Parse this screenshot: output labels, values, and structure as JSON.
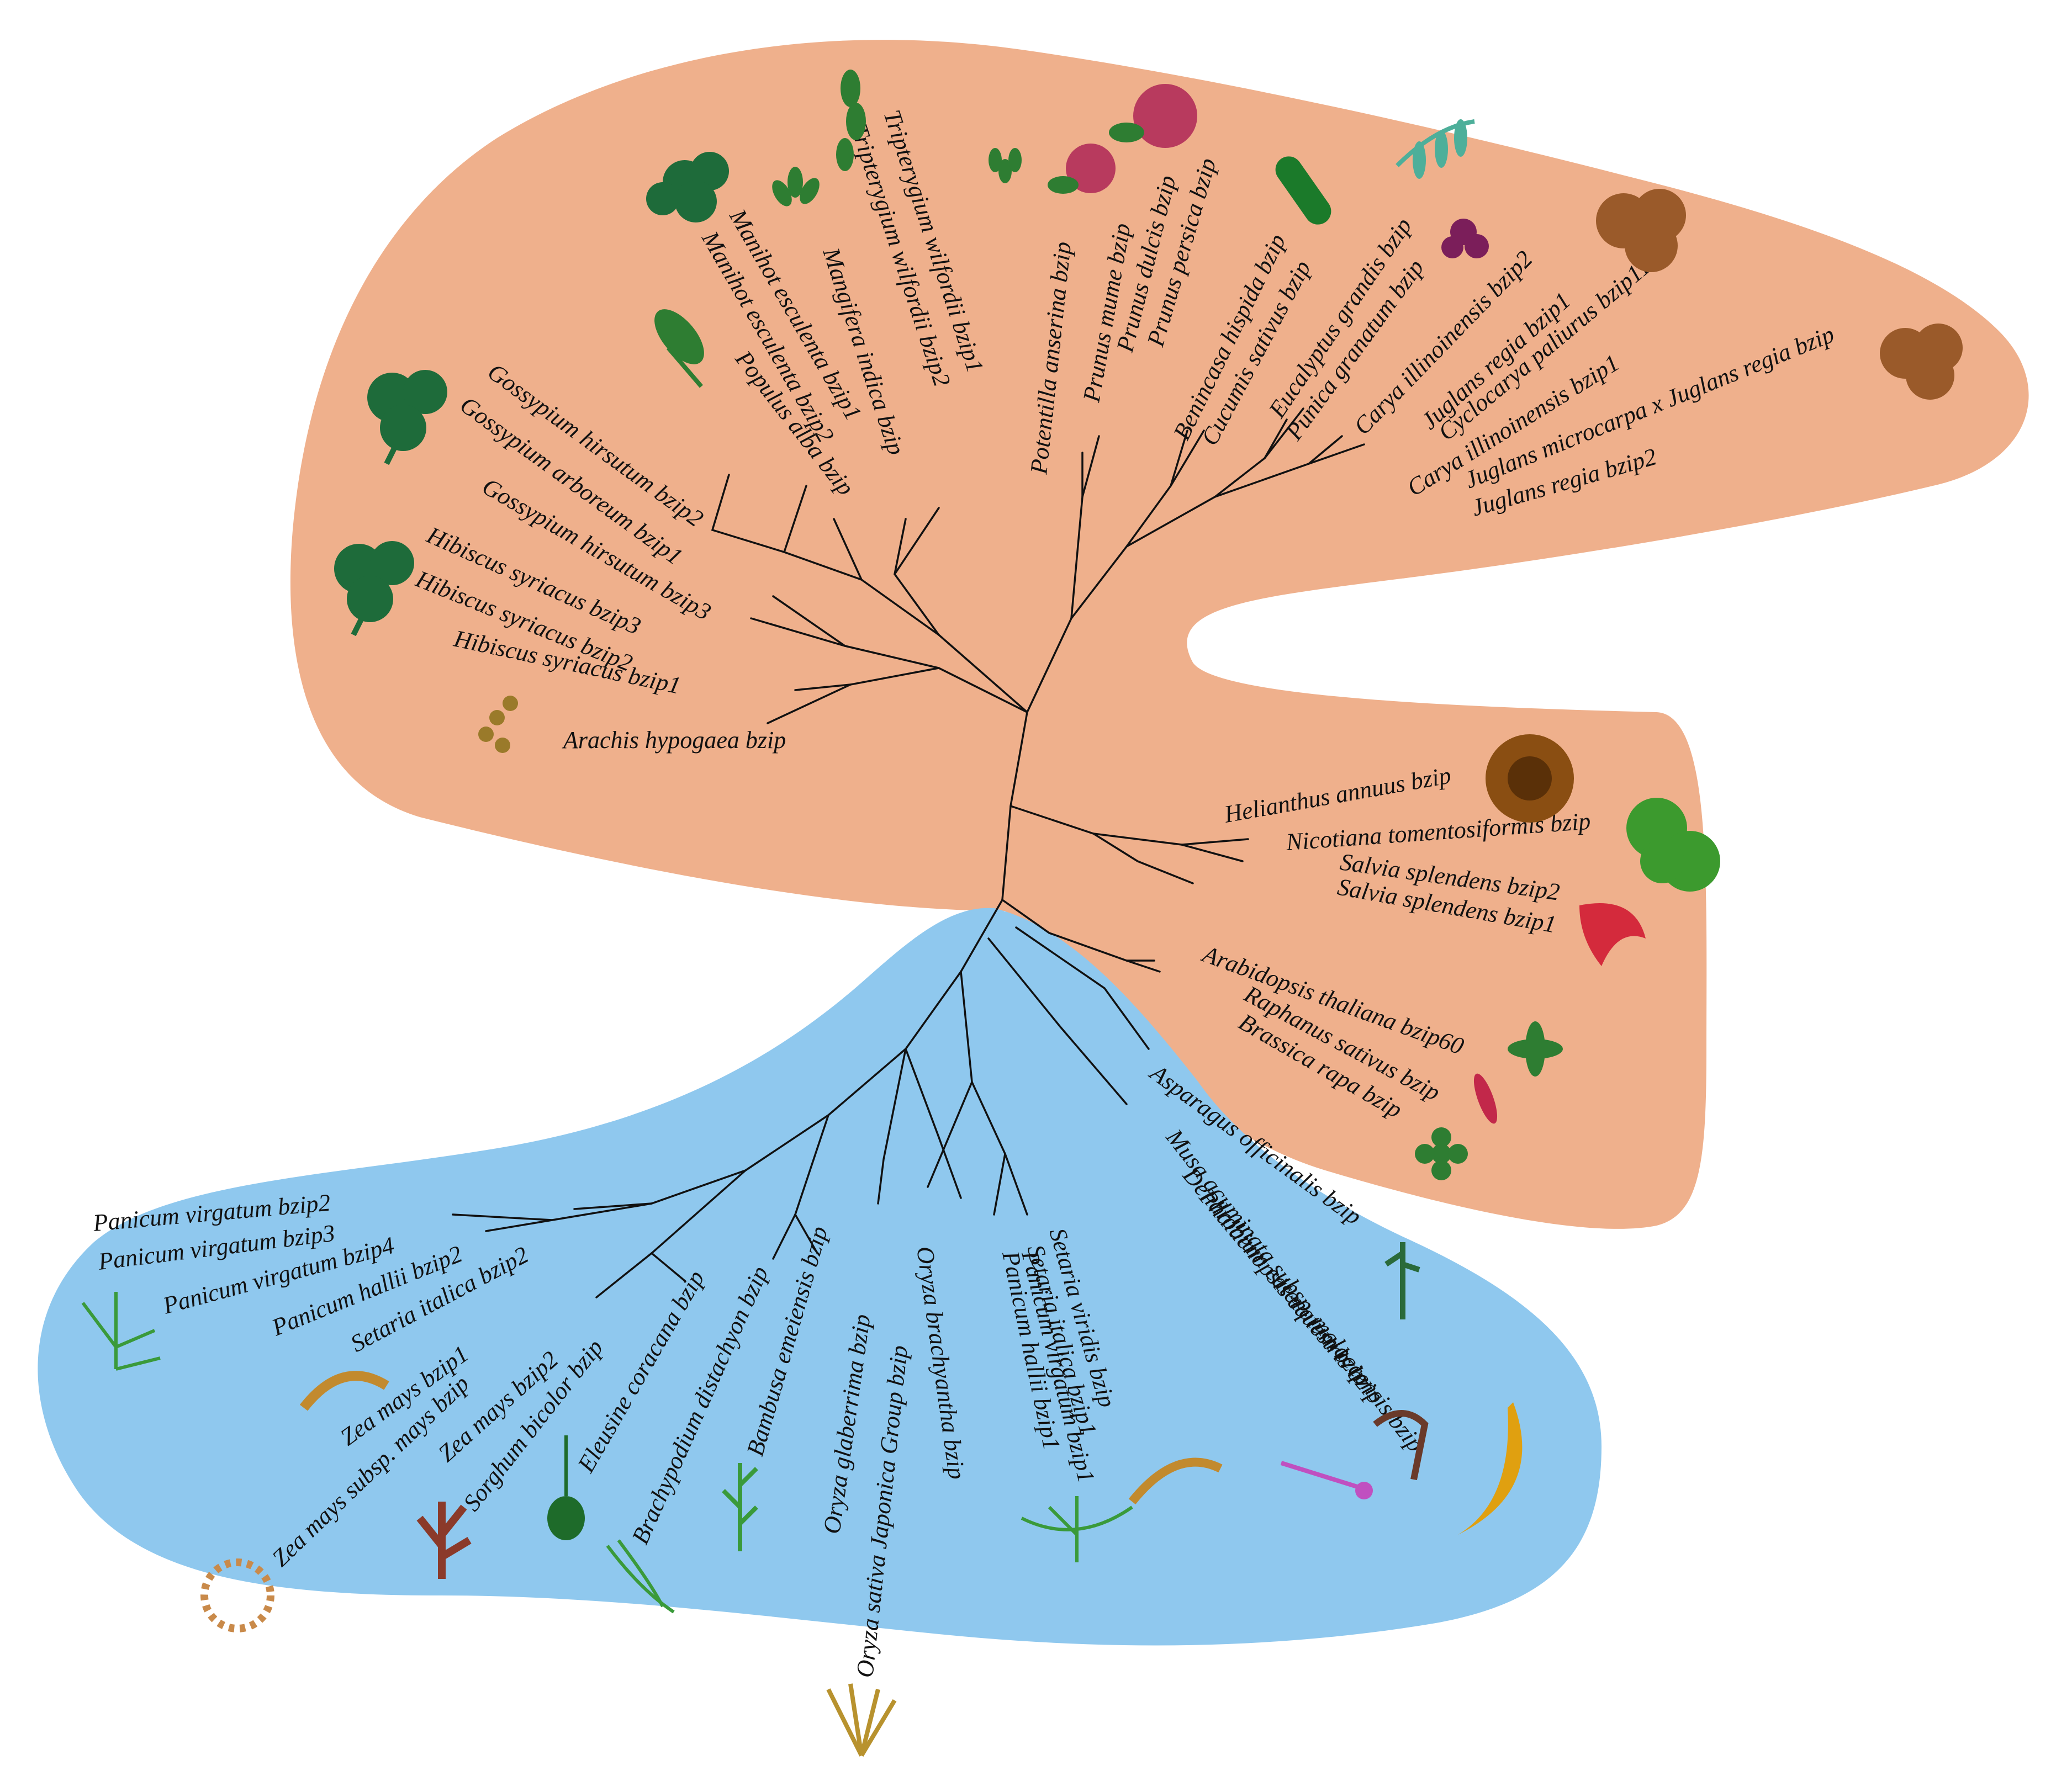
{
  "colors": {
    "dicot_region": "#EFB08C",
    "monocot_region": "#8FC8EE",
    "branch": "#111111",
    "label": "#111111"
  },
  "dicot_labels": [
    "Tripterygium wilfordii bzip1",
    "Tripterygium wilfordii bzip2",
    "Mangifera indica bzip",
    "Manihot esculenta bzip1",
    "Manihot esculenta bzip2",
    "Populus alba bzip",
    "Gossypium hirsutum bzip2",
    "Gossypium arboreum bzip1",
    "Gossypium hirsutum bzip3",
    "Hibiscus syriacus bzip3",
    "Hibiscus syriacus bzip2",
    "Hibiscus syriacus bzip1",
    "Arachis hypogaea bzip",
    "Potentilla anserina bzip",
    "Prunus mume bzip",
    "Prunus dulcis bzip",
    "Prunus persica bzip",
    "Benincasa hispida bzip",
    "Cucumis sativus bzip",
    "Eucalyptus grandis bzip",
    "Punica granatum bzip",
    "Carya illinoinensis bzip2",
    "Juglans regia bzip1",
    "Cyclocarya paliurus bzip11",
    "Carya illinoinensis bzip1",
    "Juglans microcarpa x Juglans regia bzip",
    "Juglans regia bzip2",
    "Helianthus annuus bzip",
    "Nicotiana tomentosiformis bzip",
    "Salvia splendens bzip2",
    "Salvia splendens bzip1",
    "Arabidopsis thaliana bzip60",
    "Raphanus sativus bzip",
    "Brassica rapa bzip"
  ],
  "monocot_labels": [
    "Panicum virgatum bzip2",
    "Panicum virgatum bzip3",
    "Panicum virgatum bzip4",
    "Panicum hallii bzip2",
    "Setaria italica bzip2",
    "Zea mays bzip1",
    "Zea mays subsp. mays bzip",
    "Zea mays bzip2",
    "Sorghum bicolor bzip",
    "Eleusine coracana bzip",
    "Brachypodium distachyon bzip",
    "Bambusa emeiensis bzip",
    "Oryza glaberrima bzip",
    "Oryza sativa Japonica Group bzip",
    "Oryza brachyantha bzip",
    "Setaria viridis bzip",
    "Setaria italica bzip1",
    "Panicum virgatum bzip1",
    "Panicum hallii bzip1",
    "Asparagus officinalis bzip",
    "Musa acuminata subsp. malaccensis bzip",
    "Dendrobium catenatum bzip",
    "Phalaenopsis equestris bzip"
  ],
  "icons": [
    {
      "name": "plant-leaf-icon",
      "color": "#1E6B3A"
    },
    {
      "name": "leaf-sprig-icon",
      "color": "#2E7D32"
    },
    {
      "name": "fruit-icon",
      "color": "#B83A5E"
    },
    {
      "name": "cucumber-icon",
      "color": "#1B7A2A"
    },
    {
      "name": "eucalyptus-icon",
      "color": "#4DAF9A"
    },
    {
      "name": "pomegranate-flower-icon",
      "color": "#7B1E5A"
    },
    {
      "name": "walnut-icon",
      "color": "#9A5A2A"
    },
    {
      "name": "sunflower-icon",
      "color": "#8A4E12"
    },
    {
      "name": "tobacco-icon",
      "color": "#3C9A2E"
    },
    {
      "name": "salvia-icon",
      "color": "#D42A3C"
    },
    {
      "name": "rosette-icon",
      "color": "#2E7D32"
    },
    {
      "name": "radish-icon",
      "color": "#C2284A"
    },
    {
      "name": "grass-icon",
      "color": "#3A9A3A"
    },
    {
      "name": "grain-head-icon",
      "color": "#C28A2E"
    },
    {
      "name": "corn-tassel-icon",
      "color": "#C98A4A"
    },
    {
      "name": "sorghum-icon",
      "color": "#8B3A2A"
    },
    {
      "name": "eleusine-icon",
      "color": "#1E6B2A"
    },
    {
      "name": "rice-icon",
      "color": "#B8922E"
    },
    {
      "name": "asparagus-icon",
      "color": "#2A6A3A"
    },
    {
      "name": "banana-icon",
      "color": "#E0A010"
    },
    {
      "name": "orchid-icon",
      "color": "#C050C0"
    },
    {
      "name": "dendrobium-icon",
      "color": "#6A3A2A"
    }
  ]
}
